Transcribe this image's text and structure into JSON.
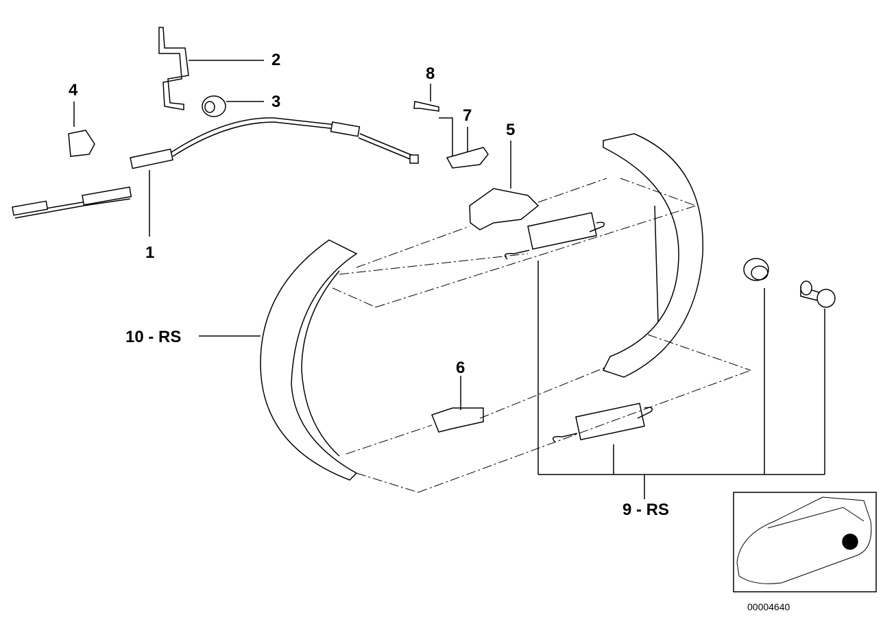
{
  "diagram": {
    "callouts": [
      {
        "id": "1",
        "text": "1"
      },
      {
        "id": "2",
        "text": "2"
      },
      {
        "id": "3",
        "text": "3"
      },
      {
        "id": "4",
        "text": "4"
      },
      {
        "id": "5",
        "text": "5"
      },
      {
        "id": "6",
        "text": "6"
      },
      {
        "id": "7",
        "text": "7"
      },
      {
        "id": "8",
        "text": "8"
      },
      {
        "id": "9",
        "text": "9 - RS"
      },
      {
        "id": "10",
        "text": "10 - RS"
      }
    ],
    "image_code": "00004640",
    "line_color": "#000000",
    "fill_color": "#ffffff"
  }
}
